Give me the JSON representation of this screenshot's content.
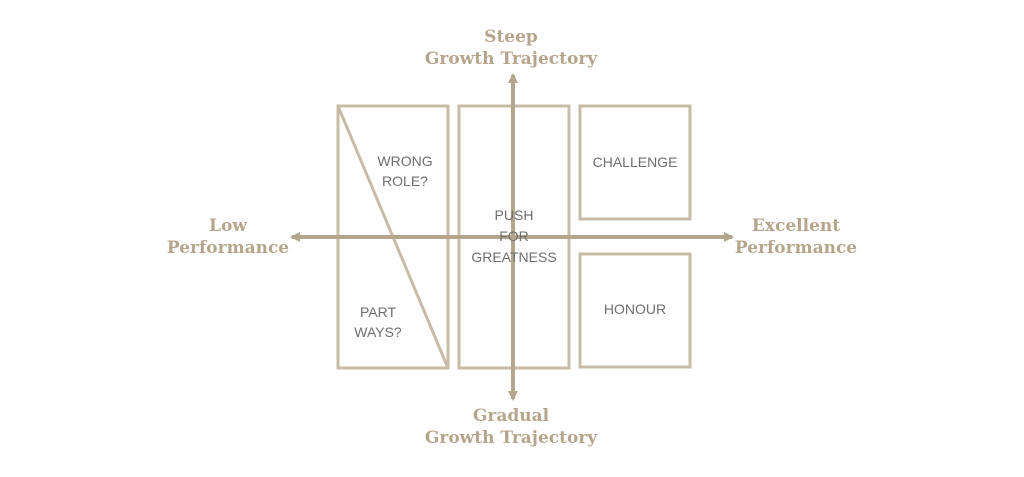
{
  "colors": {
    "axis": "#b5a68b",
    "box_stroke": "#c9bca6",
    "box_text": "#6e6e6e",
    "background": "#ffffff"
  },
  "axes": {
    "top": {
      "line1": "Steep",
      "line2": "Growth Trajectory"
    },
    "bottom": {
      "line1": "Gradual",
      "line2": "Growth Trajectory"
    },
    "left": {
      "line1": "Low",
      "line2": "Performance"
    },
    "right": {
      "line1": "Excellent",
      "line2": "Performance"
    }
  },
  "boxes": {
    "wrong_role": {
      "line1": "WRONG",
      "line2": "ROLE?"
    },
    "part_ways": {
      "line1": "PART",
      "line2": "WAYS?"
    },
    "push": {
      "line1": "PUSH",
      "line2": "FOR",
      "line3": "GREATNESS"
    },
    "challenge": {
      "label": "CHALLENGE"
    },
    "honour": {
      "label": "HONOUR"
    }
  }
}
